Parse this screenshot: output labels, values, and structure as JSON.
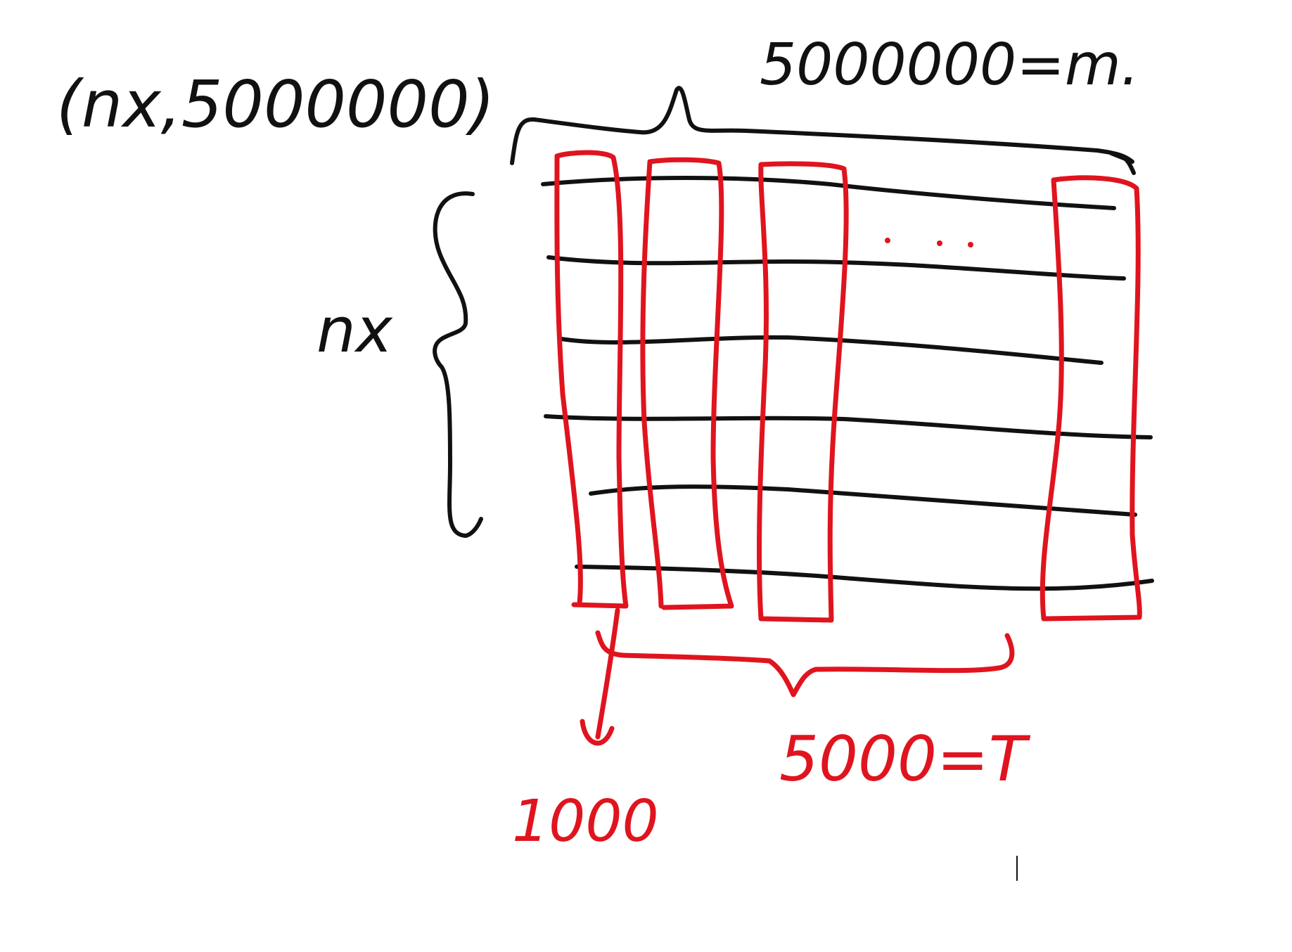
{
  "labels": {
    "shape": "(nx,5000000)",
    "m_eq": "5000000=m.",
    "rows": "nx",
    "chunk_size": "1000",
    "chunk_count": "5000=T"
  },
  "colors": {
    "ink": "#111111",
    "chunk": "#e0141e",
    "background": "#ffffff"
  }
}
